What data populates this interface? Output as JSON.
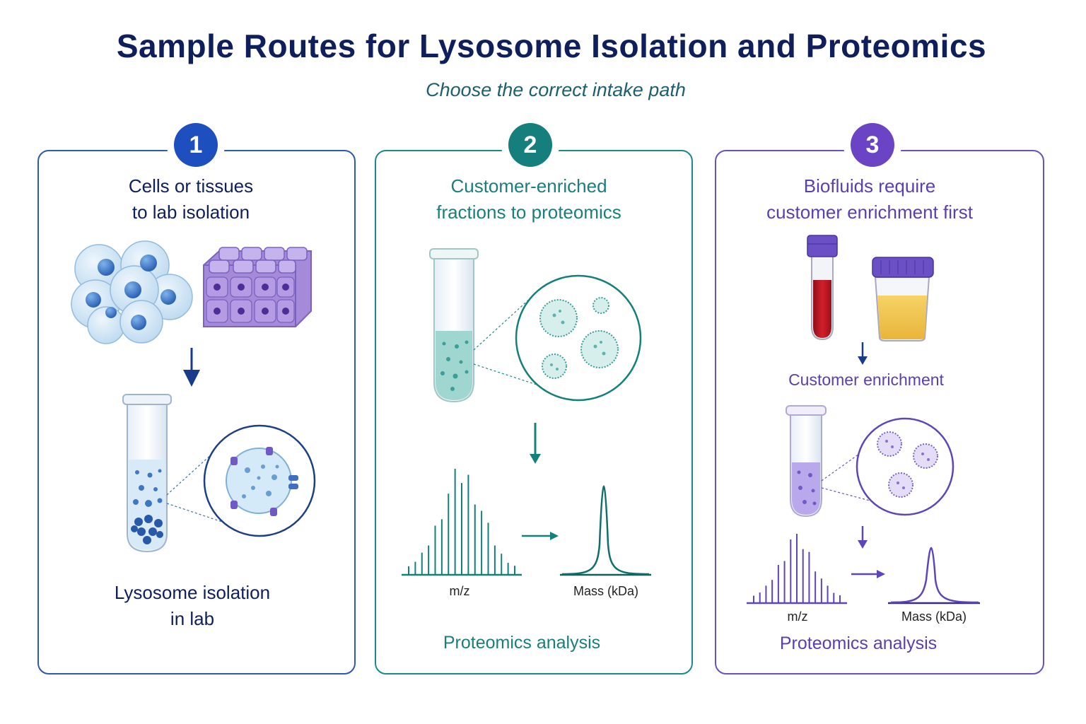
{
  "title": "Sample Routes for Lysosome Isolation and Proteomics",
  "subtitle": "Choose the correct intake path",
  "colors": {
    "title": "#0f1f5c",
    "subtitle": "#1d5f6e",
    "route1": "#1e4fbf",
    "route2": "#147f7d",
    "route3": "#6a44c4"
  },
  "routes": [
    {
      "number": "1",
      "heading": "Cells or tissues\nto lab isolation",
      "caption": "Lysosome isolation\nin lab"
    },
    {
      "number": "2",
      "heading": "Customer-enriched\nfractions to proteomics",
      "axis_mz": "m/z",
      "axis_mass": "Mass (kDa)",
      "caption": "Proteomics analysis"
    },
    {
      "number": "3",
      "heading": "Biofluids require\ncustomer enrichment first",
      "step": "Customer enrichment",
      "axis_mz": "m/z",
      "axis_mass": "Mass (kDa)",
      "caption": "Proteomics analysis"
    }
  ],
  "icons": [
    "cell-cluster-icon",
    "tissue-block-icon",
    "test-tube-icon",
    "lysosome-icon",
    "blood-tube-icon",
    "urine-cup-icon",
    "vesicle-icon",
    "mass-spectrum-icon",
    "mass-peak-icon",
    "down-arrow-icon",
    "right-arrow-icon"
  ]
}
